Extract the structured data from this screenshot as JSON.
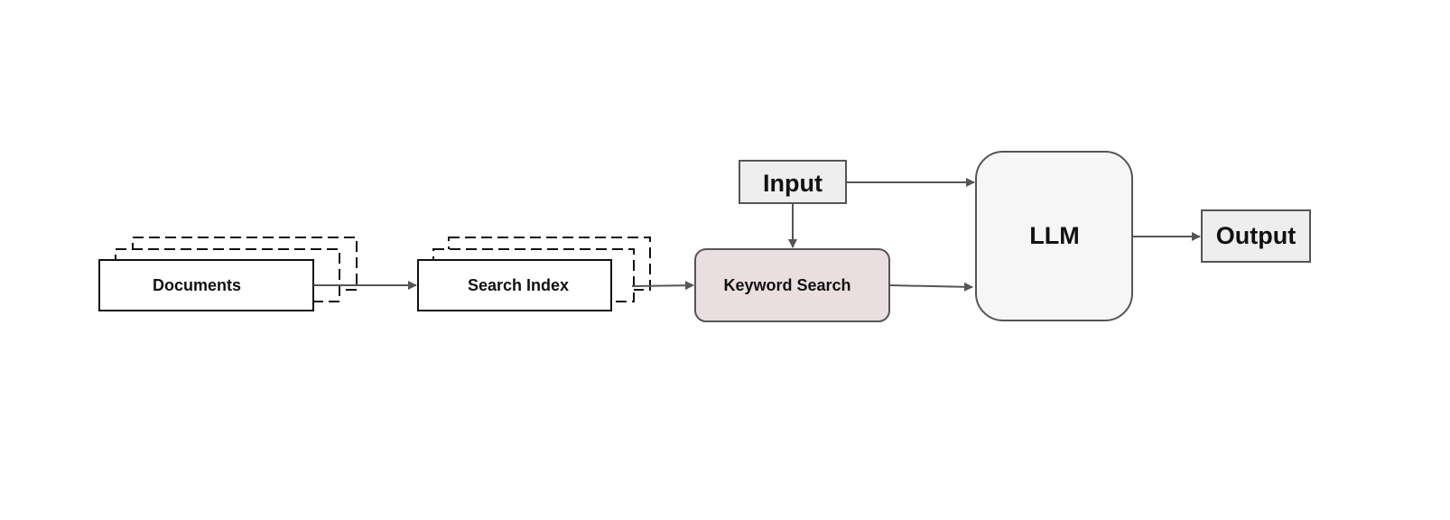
{
  "nodes": {
    "documents": {
      "label": "Documents"
    },
    "search_index": {
      "label": "Search Index"
    },
    "keyword_search": {
      "label": "Keyword Search"
    },
    "input": {
      "label": "Input"
    },
    "llm": {
      "label": "LLM"
    },
    "output": {
      "label": "Output"
    }
  },
  "colors": {
    "stroke": "#555555",
    "arrow": "#555555",
    "keyword_fill": "#eadfe0",
    "io_fill": "#eeeeee",
    "llm_fill": "#f7f6f6",
    "stack_fill": "#ffffff"
  }
}
